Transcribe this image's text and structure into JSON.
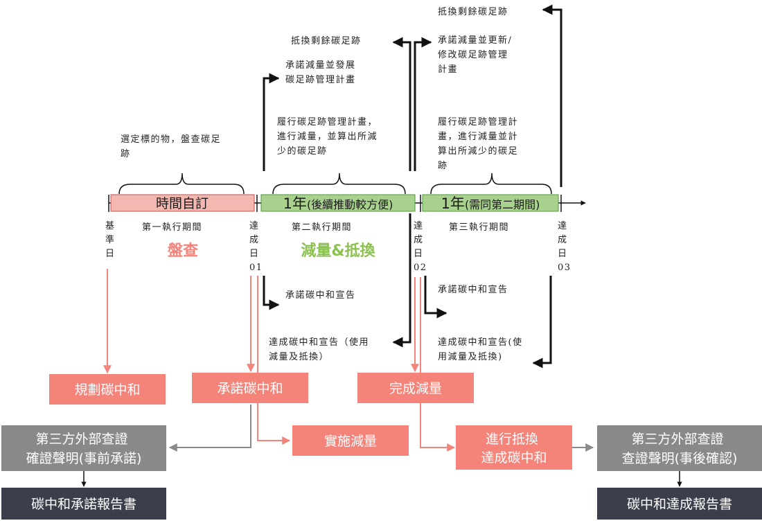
{
  "bars": {
    "bar1": "時間自訂",
    "bar2_prefix": "1年",
    "bar2_rest": "(後續推動較方便)",
    "bar3_prefix": "1年",
    "bar3_rest": "(需同第二期間)"
  },
  "top_notes": {
    "select": [
      "選定標的物，盤查碳足",
      "跡"
    ],
    "perform2": [
      "履行碳足跡管理計畫，",
      "進行減量，並算出所減",
      "少的碳足跡"
    ],
    "commit2": [
      "承諾減量並發展",
      "碳足跡管理計畫"
    ],
    "offset2": "抵換剩餘碳足跡",
    "perform3": [
      "履行碳足跡管理計",
      "畫，進行減量並計",
      "算出所減少的碳足",
      "跡"
    ],
    "commit3": [
      "承諾減量並更新/",
      "修改碳足跡管理",
      "計畫"
    ],
    "offset3": "抵換剩餘碳足跡"
  },
  "period_labels": {
    "baseline": [
      "基",
      "準",
      "日"
    ],
    "p1": "第一執行期間",
    "reach01": [
      "達",
      "成",
      "日",
      "01"
    ],
    "p2": "第二執行期間",
    "reach02": [
      "達",
      "成",
      "日",
      "02"
    ],
    "p3": "第三執行期間",
    "reach03": [
      "達",
      "成",
      "日",
      "03"
    ]
  },
  "phases": {
    "inventory": "盤查",
    "reduce_offset": "減量&抵換"
  },
  "bottom_notes": {
    "commit_decl_1": "承諾碳中和宣告",
    "achieve_decl_1": [
      "達成碳中和宣告（使用",
      "減量及抵換）"
    ],
    "commit_decl_2": "承諾碳中和宣告",
    "achieve_decl_2": [
      "達成碳中和宣告(使",
      "用減量及抵換)"
    ]
  },
  "boxes": {
    "plan": "規劃碳中和",
    "commit": "承諾碳中和",
    "complete": "完成減量",
    "implement": "實施減量",
    "offset_lines": [
      "進行抵換",
      "達成碳中和"
    ],
    "verify_pre": [
      "第三方外部查證",
      "確證聲明(事前承諾)"
    ],
    "verify_post": [
      "第三方外部查證",
      "查證聲明(事後確認)"
    ],
    "report_commit": "碳中和承諾報告書",
    "report_achieve": "碳中和達成報告書"
  },
  "colors": {
    "salmon": "#f4837a",
    "green_text": "#8cc152",
    "gray_box": "#898989",
    "dark_box": "#3a3f4b"
  }
}
